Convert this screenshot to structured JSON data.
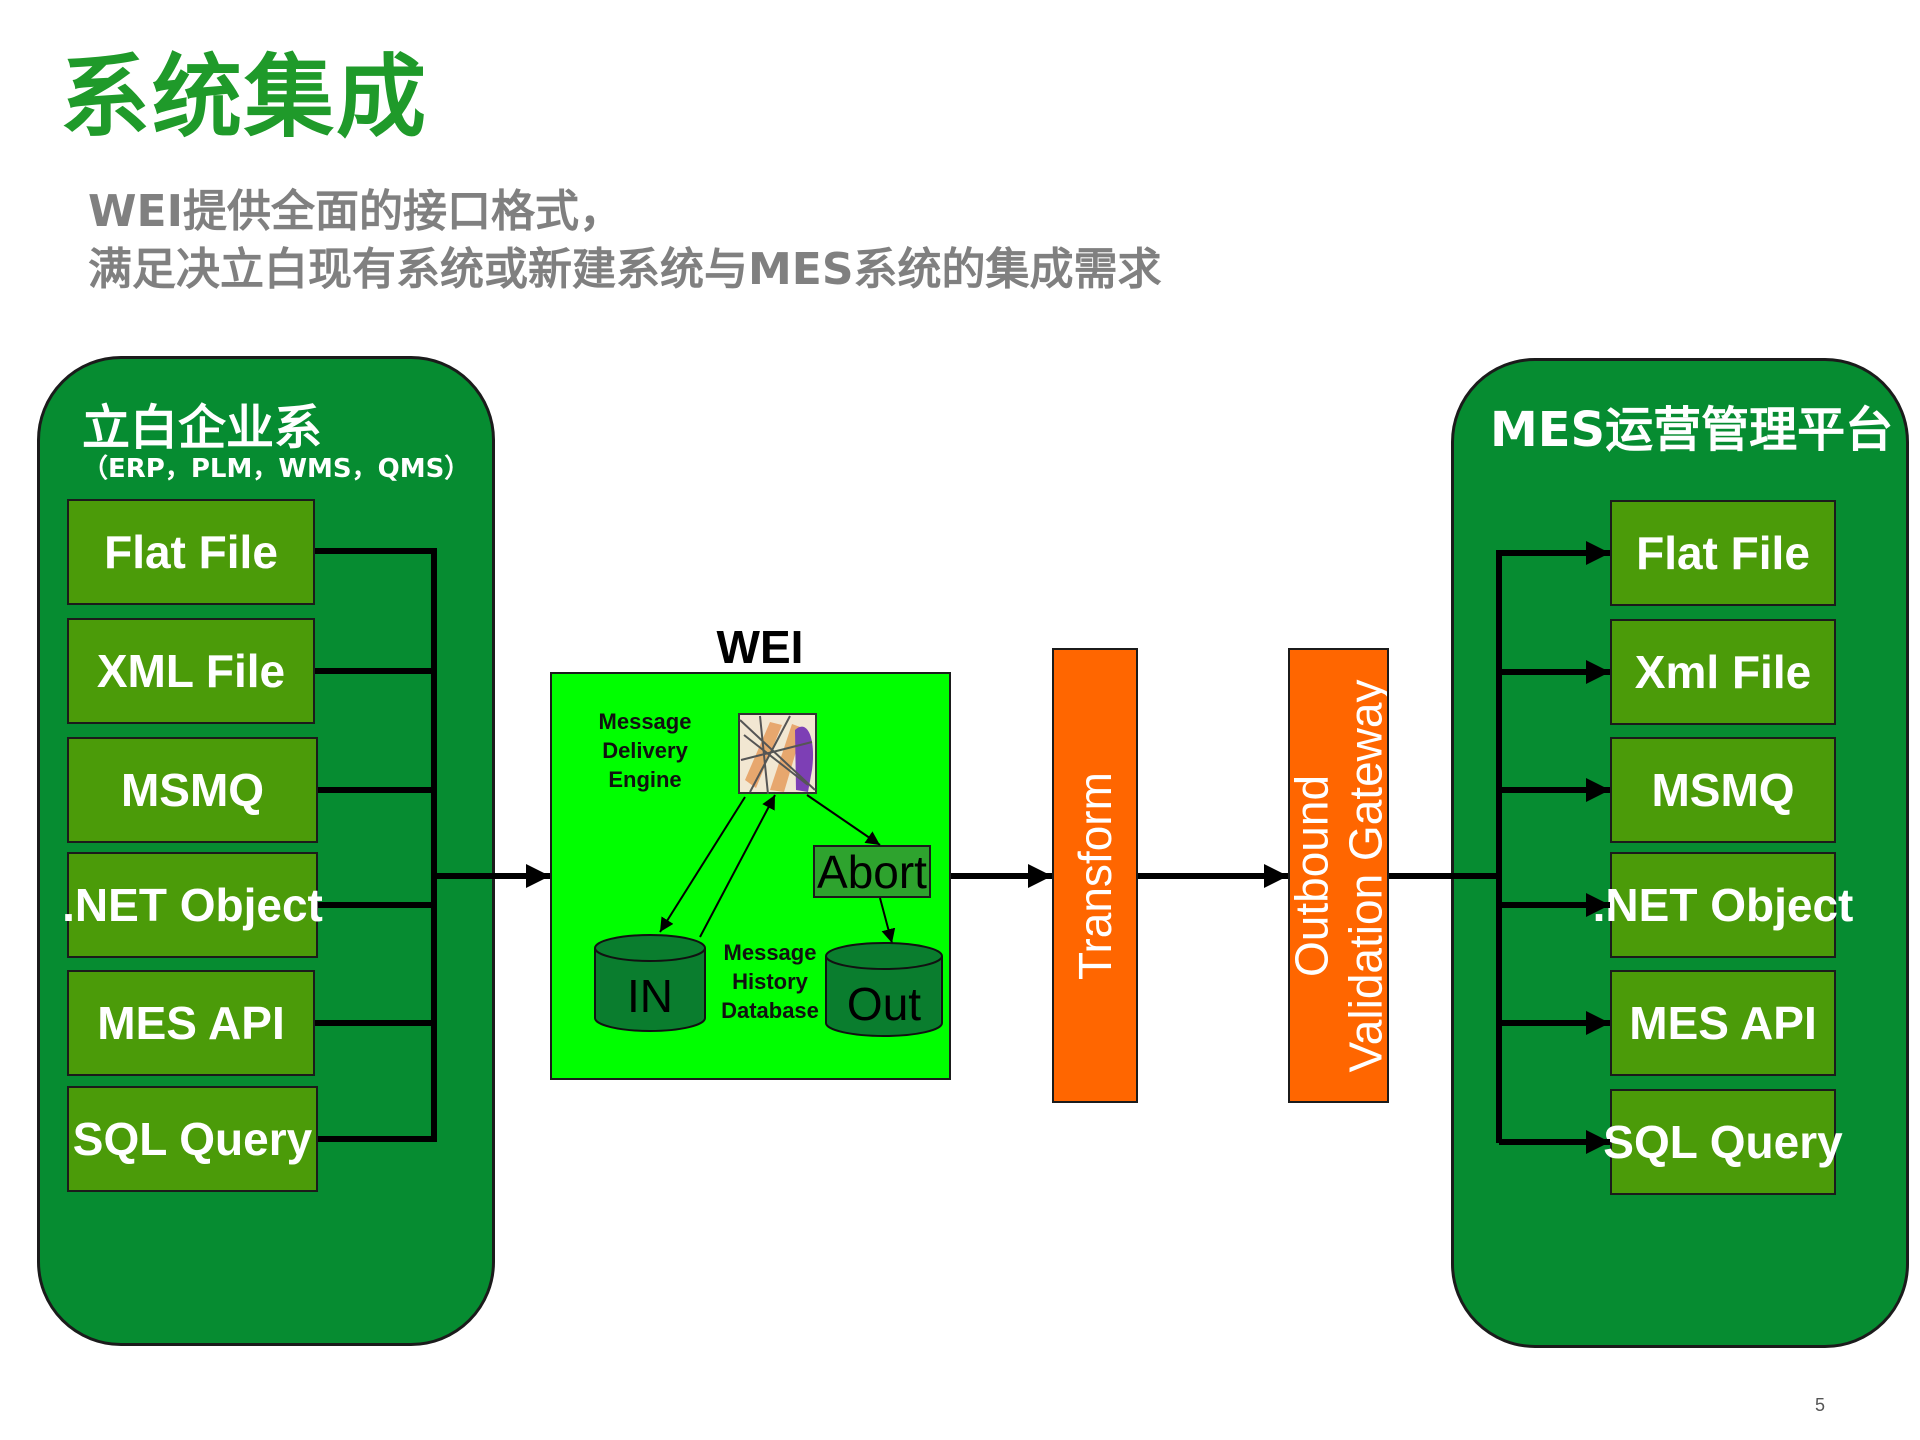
{
  "title": "系统集成",
  "subtitle": {
    "line1": "WEI提供全面的接口格式，",
    "line2": "满足决立白现有系统或新建系统与MES系统的集成需求"
  },
  "left_panel": {
    "title": "立白企业系",
    "subtitle": "（ERP，PLM，WMS，QMS）",
    "items": [
      "Flat File",
      "XML File",
      "MSMQ",
      ".NET Object",
      "MES API",
      "SQL Query"
    ]
  },
  "right_panel": {
    "title": "MES运营管理平台",
    "items": [
      "Flat File",
      "Xml File",
      "MSMQ",
      ".NET Object",
      "MES API",
      "SQL Query"
    ]
  },
  "wei": {
    "label": "WEI",
    "engine_label": [
      "Message",
      "Delivery",
      "Engine"
    ],
    "abort": "Abort",
    "in": "IN",
    "out": "Out",
    "history_label": [
      "Message",
      "History",
      "Database"
    ]
  },
  "transform": "Transform",
  "gateway": [
    "Outbound",
    "Validation Gateway"
  ],
  "page_number": "5",
  "colors": {
    "title_green": "#1f9a2a",
    "panel_green": "#068c31",
    "item_green": "#4b9b09",
    "wei_bright_green": "#00ff00",
    "orange": "#ff6600"
  }
}
